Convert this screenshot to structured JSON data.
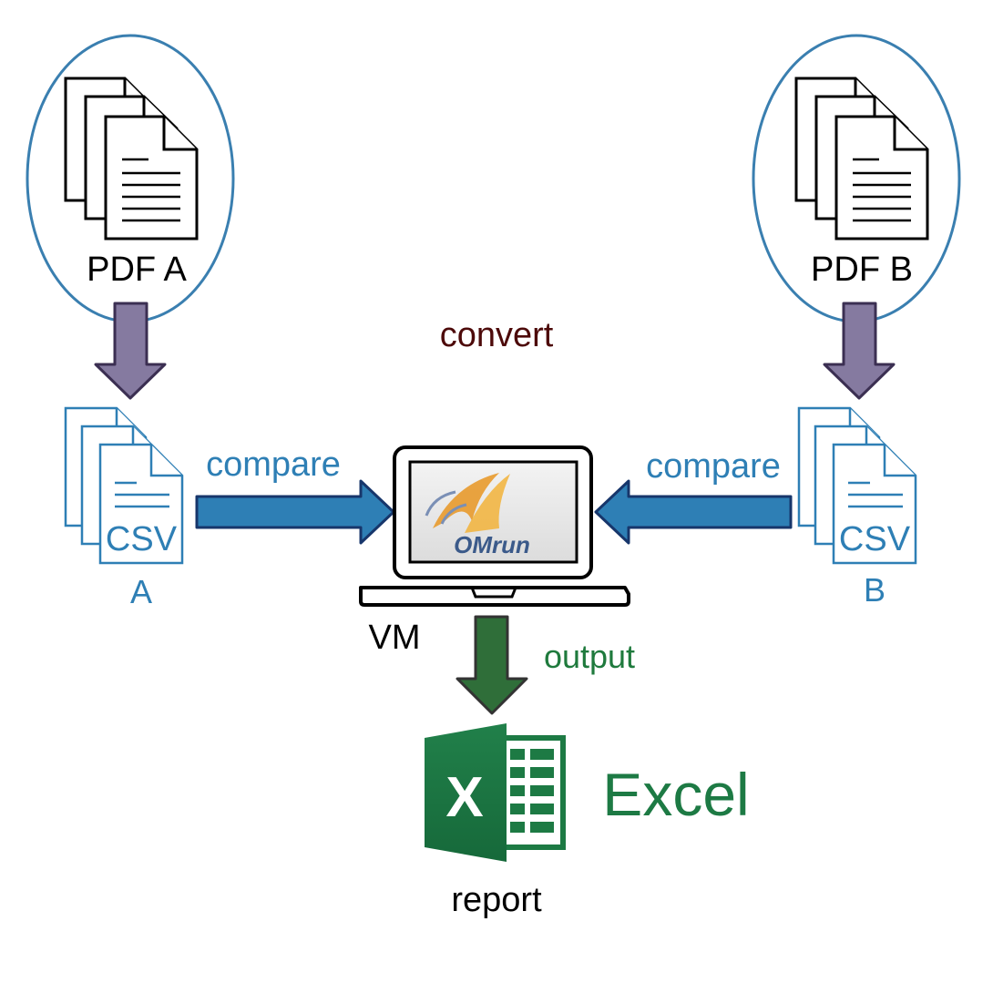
{
  "source_a": {
    "pdf_label": "PDF A",
    "csv_text": "CSV",
    "csv_label": "A"
  },
  "source_b": {
    "pdf_label": "PDF B",
    "csv_text": "CSV",
    "csv_label": "B"
  },
  "convert_label": "convert",
  "compare_left_label": "compare",
  "compare_right_label": "compare",
  "vm": {
    "label": "VM",
    "screen_logo": "OMrun"
  },
  "output_label": "output",
  "report": {
    "app_name": "Excel",
    "icon_letter": "X",
    "label": "report"
  },
  "colors": {
    "ellipse_stroke": "#3a7fb0",
    "convert_arrow": "#857aa0",
    "convert_arrow_stroke": "#3b2f52",
    "compare_arrow": "#2e7fb5",
    "compare_arrow_stroke": "#17366b",
    "csv_blue": "#2e7fb5",
    "convert_text": "#4d0a0a",
    "output_green": "#1f7a3d",
    "output_arrow": "#2f6e39",
    "excel_green": "#1d7a44"
  }
}
